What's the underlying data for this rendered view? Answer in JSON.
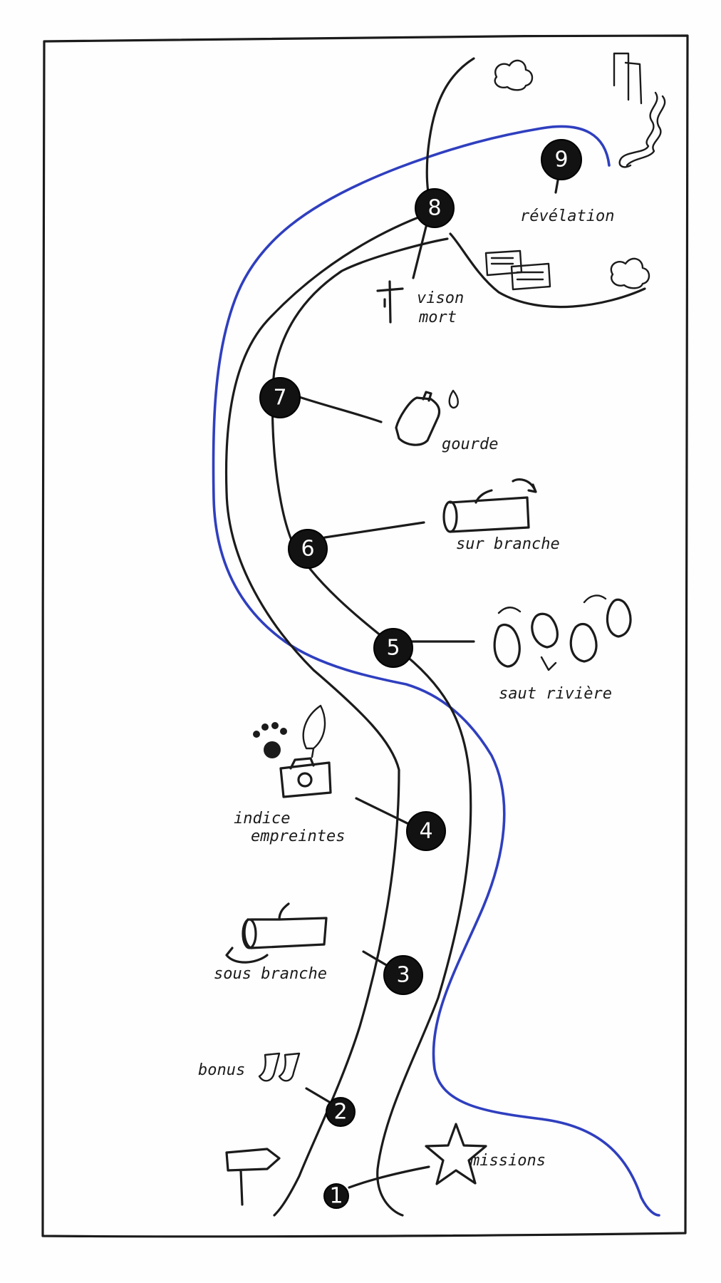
{
  "colors": {
    "ink": "#1b1b1b",
    "river": "#2f3fbf",
    "stop_fill": "#121212",
    "stop_text": "#ffffff"
  },
  "stops": [
    {
      "number": "1",
      "label": "missions",
      "icon": "star-icon"
    },
    {
      "number": "2",
      "label": "bonus",
      "icon": "tracks-icon"
    },
    {
      "number": "3",
      "label": "sous branche",
      "icon": "log-under-icon"
    },
    {
      "number": "4",
      "label": "indice empreintes",
      "icon": "camera-icon"
    },
    {
      "number": "5",
      "label": "saut rivière",
      "icon": "stepping-stones-icon"
    },
    {
      "number": "6",
      "label": "sur branche",
      "icon": "log-over-icon"
    },
    {
      "number": "7",
      "label": "gourde",
      "icon": "bottle-icon"
    },
    {
      "number": "8",
      "label": "vison mort",
      "icon": "cross-icon"
    },
    {
      "number": "9",
      "label": "révélation",
      "icon": "building-icon"
    }
  ],
  "labels": {
    "missions": "missions",
    "bonus": "bonus",
    "sous_branche": "sous branche",
    "indice": "indice",
    "empreintes": "empreintes",
    "saut_riviere": "saut rivière",
    "sur_branche": "sur branche",
    "gourde": "gourde",
    "vison": "vison",
    "mort": "mort",
    "revelation": "révélation"
  }
}
